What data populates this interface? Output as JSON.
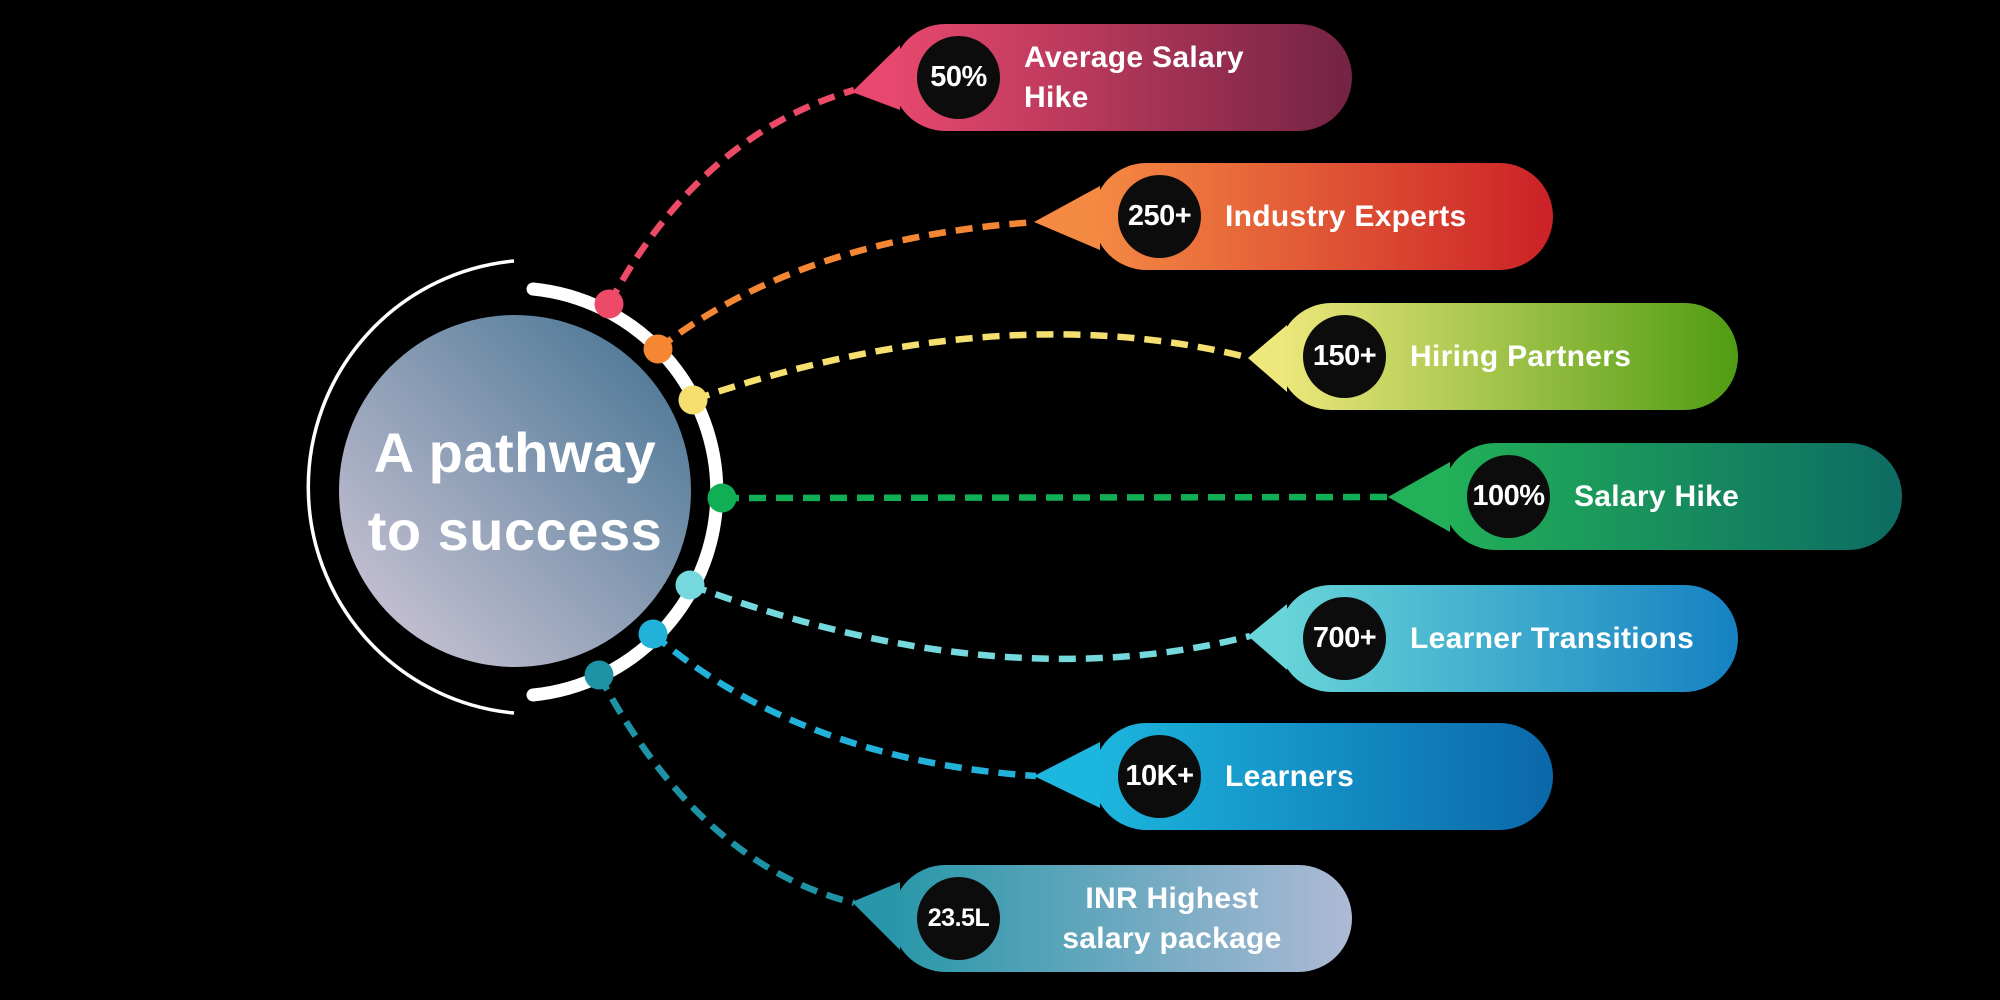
{
  "background": "#000000",
  "center": {
    "title_line1": "A pathway",
    "title_line2": "to success",
    "ring_color": "#ffffff",
    "circle_start": "#d6cada",
    "circle_end": "#40708f"
  },
  "items": [
    {
      "value": "50%",
      "line1": "Average Salary",
      "line2": "Hike",
      "color_start": "#e8486d",
      "color_end": "#732343",
      "line_color": "#ed4a67"
    },
    {
      "value": "250+",
      "line1": "Industry Experts",
      "line2": "",
      "color_start": "#f58a43",
      "color_end": "#cb2127",
      "line_color": "#f58634"
    },
    {
      "value": "150+",
      "line1": "Hiring Partners",
      "line2": "",
      "color_start": "#eee87c",
      "color_end": "#4f9c13",
      "line_color": "#f5df6e"
    },
    {
      "value": "100%",
      "line1": "Salary Hike",
      "line2": "",
      "color_start": "#22b158",
      "color_end": "#0d6b63",
      "line_color": "#10af56"
    },
    {
      "value": "700+",
      "line1": "Learner Transitions",
      "line2": "",
      "color_start": "#68d5d8",
      "color_end": "#1581c2",
      "line_color": "#74d8dc"
    },
    {
      "value": "10K+",
      "line1": "Learners",
      "line2": "",
      "color_start": "#1cb6de",
      "color_end": "#0b67a9",
      "line_color": "#22b1d8"
    },
    {
      "value": "23.5L",
      "line1": "INR Highest",
      "line2": "salary package",
      "color_start": "#2897a9",
      "color_end": "#aebad5",
      "line_color": "#1e93a6"
    }
  ]
}
